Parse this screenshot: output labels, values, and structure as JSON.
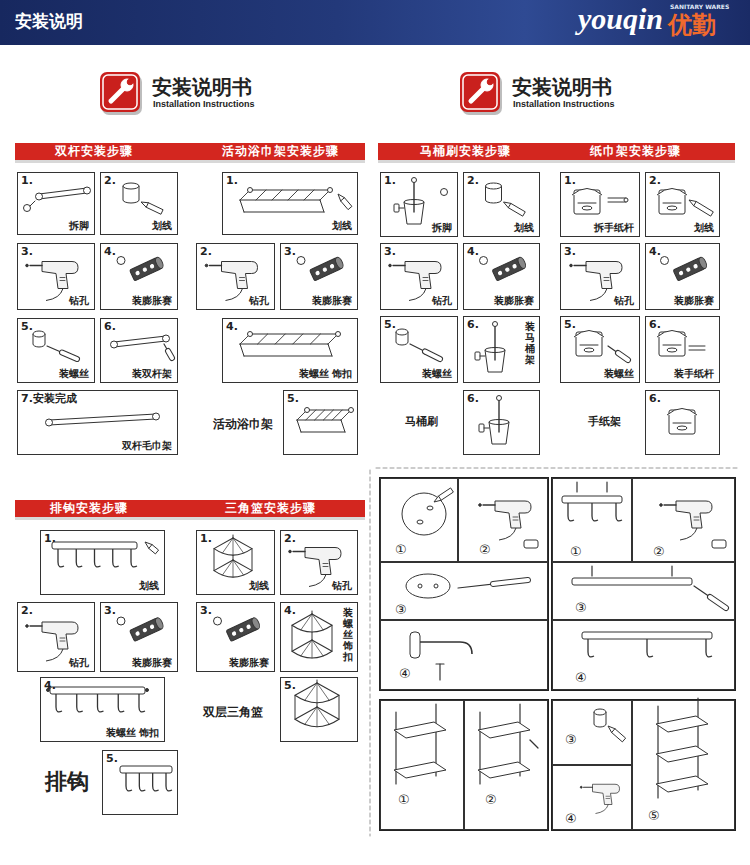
{
  "diagram": {
    "title": "安装说明",
    "nodes": [
      {
        "text": [
          "youqin",
          "优勤",
          "SANITARY WARES"
        ]
      },
      {
        "text": [
          "双杆安装步骤",
          "活动浴巾架安装步骤"
        ]
      },
      {
        "text": [
          "马桶刷安装步骤",
          "纸巾架安装步骤"
        ]
      },
      {
        "text": [
          "1.",
          "拆脚"
        ]
      },
      {
        "text": [
          "2.",
          "划线"
        ]
      },
      {
        "text": [
          "3.",
          "钻孔"
        ]
      },
      {
        "text": [
          "4.",
          "装膨胀赛"
        ]
      },
      {
        "text": [
          "5.",
          "装螺丝"
        ]
      },
      {
        "text": [
          "6.",
          "装双杆架"
        ]
      },
      {
        "text": [
          "7.安装完成",
          "双杆毛巾架"
        ]
      },
      {
        "text": [
          "1.",
          "划线"
        ]
      },
      {
        "text": [
          "2.",
          "钻孔"
        ]
      },
      {
        "text": [
          "3.",
          "装膨胀赛"
        ]
      },
      {
        "text": [
          "4.",
          "装螺丝 饰扣"
        ]
      },
      {
        "text": [
          "5."
        ]
      },
      {
        "text": [
          "1.",
          "拆脚"
        ]
      },
      {
        "text": [
          "2.",
          "划线"
        ]
      },
      {
        "text": [
          "3.",
          "钻孔"
        ]
      },
      {
        "text": [
          "4.",
          "装膨胀赛"
        ]
      },
      {
        "text": [
          "5.",
          "装螺丝"
        ]
      },
      {
        "text": [
          "6.",
          "装马桶架"
        ]
      },
      {
        "text": [
          "6."
        ]
      },
      {
        "text": [
          "1.",
          "拆手纸杆"
        ]
      },
      {
        "text": [
          "2.",
          "划线"
        ]
      },
      {
        "text": [
          "3.",
          "钻孔"
        ]
      },
      {
        "text": [
          "4.",
          "装膨胀赛"
        ]
      },
      {
        "text": [
          "5.",
          "装螺丝"
        ]
      },
      {
        "text": [
          "6.",
          "装手纸杆"
        ]
      },
      {
        "text": [
          "6."
        ]
      },
      {
        "text": [
          "排钩安装步骤",
          "三角篮安装步骤"
        ]
      },
      {
        "text": [
          "1.",
          "划线"
        ]
      },
      {
        "text": [
          "2.",
          "钻孔"
        ]
      },
      {
        "text": [
          "3.",
          "装膨胀赛"
        ]
      },
      {
        "text": [
          "4.",
          "装螺丝 饰扣"
        ]
      },
      {
        "text": [
          "5."
        ]
      },
      {
        "text": [
          "1.",
          "划线"
        ]
      },
      {
        "text": [
          "2.",
          "钻孔"
        ]
      },
      {
        "text": [
          "3.",
          "装膨胀赛"
        ]
      },
      {
        "text": [
          "4.",
          "装螺丝饰扣"
        ]
      },
      {
        "text": [
          "5."
        ]
      },
      {
        "text": [
          "①"
        ]
      },
      {
        "text": [
          "②"
        ]
      },
      {
        "text": [
          "③"
        ]
      },
      {
        "text": [
          "④"
        ]
      },
      {
        "text": [
          "①"
        ]
      },
      {
        "text": [
          "②"
        ]
      },
      {
        "text": [
          "③"
        ]
      },
      {
        "text": [
          "④"
        ]
      },
      {
        "text": [
          "①"
        ]
      },
      {
        "text": [
          "②"
        ]
      },
      {
        "text": [
          "③"
        ]
      },
      {
        "text": [
          "④"
        ]
      },
      {
        "text": [
          "⑤"
        ]
      }
    ],
    "labels": [
      "安装说明书",
      "Installation Instructions",
      "安装说明书",
      "Installation Instructions",
      "活动浴巾架",
      "马桶刷",
      "手纸架",
      "排钩",
      "双层三角篮"
    ]
  }
}
